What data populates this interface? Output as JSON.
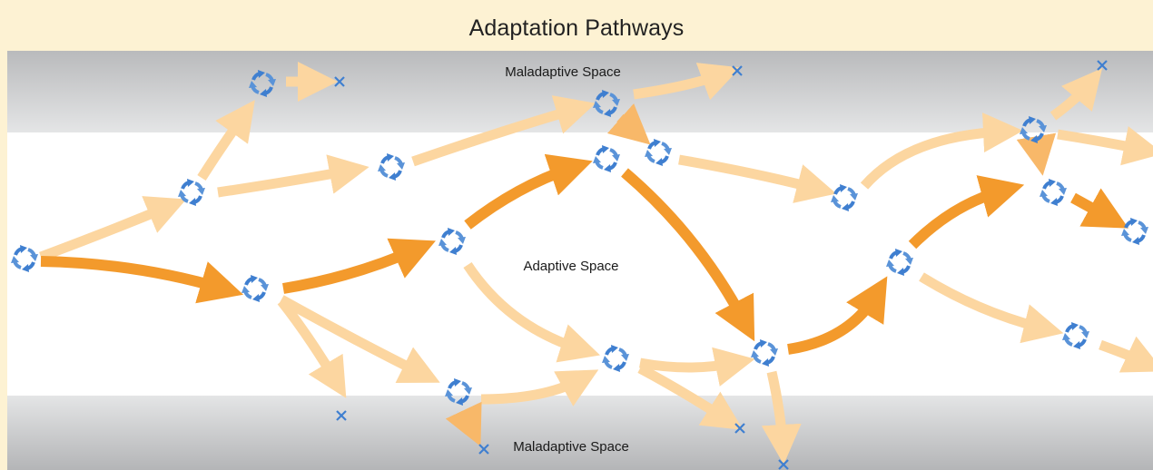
{
  "title": "Adaptation Pathways",
  "labels": {
    "maladaptive_top": "Maladaptive Space",
    "adaptive": "Adaptive Space",
    "maladaptive_bottom": "Maladaptive Space"
  },
  "colors": {
    "background": "#fdf2d3",
    "band_gray": "#c8c9cb",
    "adaptive_white": "#ffffff",
    "arrow_strong": "#f39a2c",
    "arrow_light": "#fcd9a8",
    "cycle_icon": "#3f7fd0",
    "dead_end_x": "#3f7fd0"
  },
  "icons": {
    "decision_point": "cycle-arrows-icon",
    "dead_end": "x-mark-icon"
  }
}
